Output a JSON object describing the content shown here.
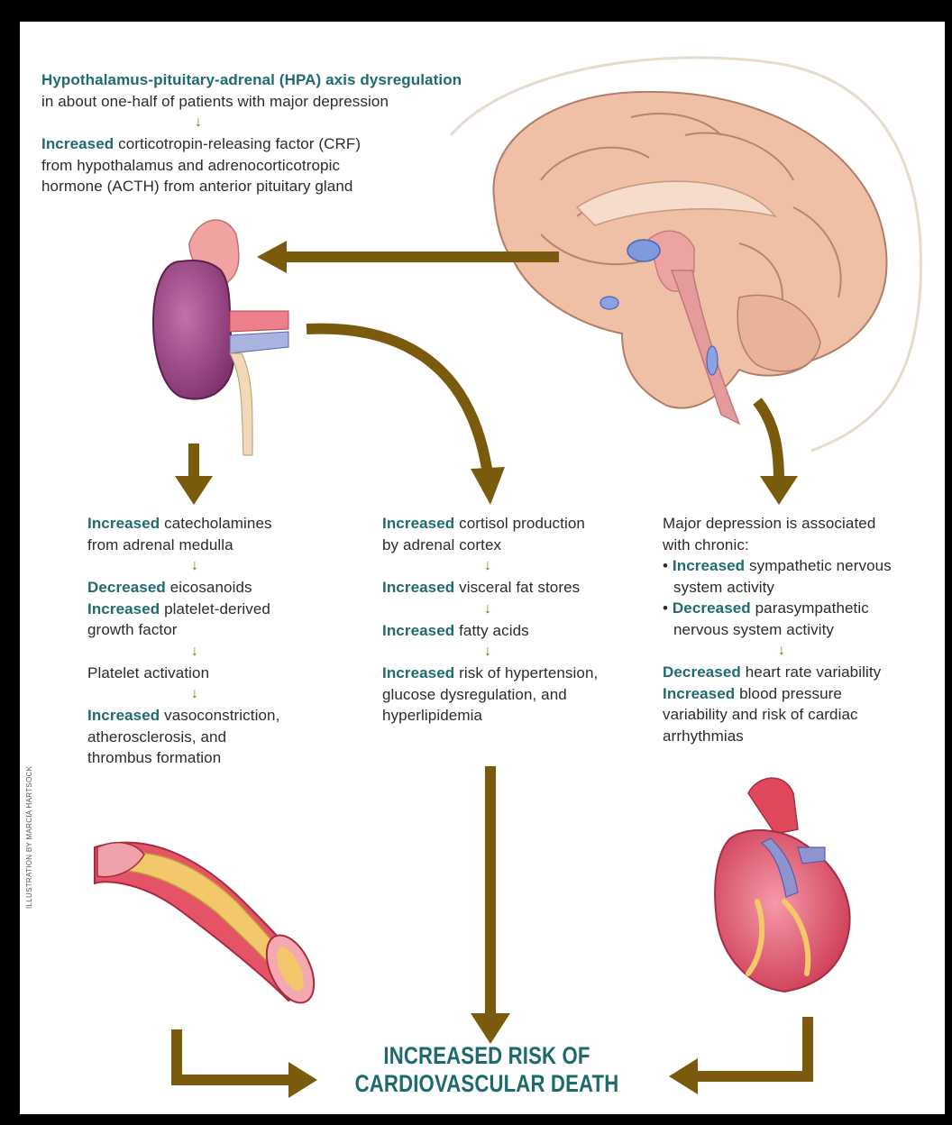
{
  "intro": {
    "hpa_title": "Hypothalamus-pituitary-adrenal (HPA) axis dysregulation",
    "hpa_sub": "in about one-half of patients with major depression",
    "arrow": "↓",
    "crf_kw": "Increased",
    "crf_line1": " corticotropin-releasing factor (CRF)",
    "crf_line2": "from hypothalamus and adrenocorticotropic",
    "crf_line3": "hormone (ACTH) from anterior pituitary gland"
  },
  "left": {
    "kw1": "Increased",
    "t1a": " catecholamines",
    "t1b": "from adrenal medulla",
    "kw2": "Decreased",
    "t2": " eicosanoids",
    "kw3": "Increased",
    "t3a": "  platelet-derived",
    "t3b": "growth factor",
    "t4": "Platelet activation",
    "kw5": "Increased",
    "t5a": " vasoconstriction,",
    "t5b": "atherosclerosis, and",
    "t5c": "thrombus formation"
  },
  "middle": {
    "kw1": "Increased",
    "t1a": " cortisol production",
    "t1b": "by adrenal cortex",
    "kw2": "Increased",
    "t2": " visceral fat stores",
    "kw3": "Increased",
    "t3": " fatty acids",
    "kw4": "Increased",
    "t4a": " risk of hypertension,",
    "t4b": "glucose dysregulation, and",
    "t4c": "hyperlipidemia"
  },
  "right": {
    "t1a": "Major depression is associated",
    "t1b": "with chronic:",
    "bullet": "•",
    "kw2": "Increased",
    "t2a": " sympathetic nervous",
    "t2b": "system activity",
    "kw3": "Decreased",
    "t3a": " parasympathetic",
    "t3b": "nervous system activity",
    "kw4": "Decreased",
    "t4": " heart rate variability",
    "kw5": "Increased",
    "t5a": " blood pressure",
    "t5b": "variability and risk of cardiac",
    "t5c": "arrhythmias"
  },
  "outcome": {
    "line1": "INCREASED RISK OF",
    "line2": "CARDIOVASCULAR DEATH"
  },
  "credit": "ILLUSTRATION BY MARCIA HARTSOCK",
  "colors": {
    "arrow": "#7a5a0c",
    "keyword": "#1f6b6f",
    "outcome": "#1d6a6e",
    "brain": "#f0c2a8",
    "kidney": "#a24f8c"
  }
}
